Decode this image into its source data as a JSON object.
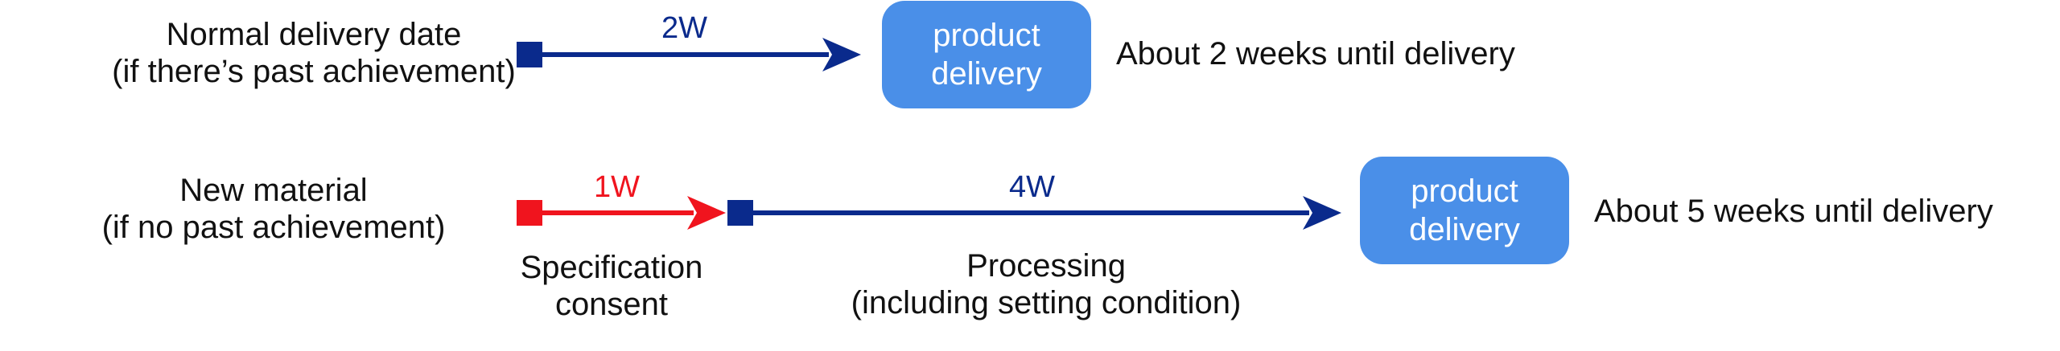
{
  "colors": {
    "blue": "#0A2A8C",
    "red": "#F0141E",
    "box": "#4A8FE8"
  },
  "row1": {
    "label_line1": "Normal delivery date",
    "label_line2": "(if there’s past achievement)",
    "duration": "2W",
    "box_line1": "product",
    "box_line2": "delivery",
    "summary": "About 2 weeks until delivery"
  },
  "row2": {
    "label_line1": "New material",
    "label_line2": "(if no past achievement)",
    "step1_duration": "1W",
    "step1_line1": "Specification",
    "step1_line2": "consent",
    "step2_duration": "4W",
    "step2_line1": "Processing",
    "step2_line2": "(including setting condition)",
    "box_line1": "product",
    "box_line2": "delivery",
    "summary": "About 5 weeks until delivery"
  }
}
